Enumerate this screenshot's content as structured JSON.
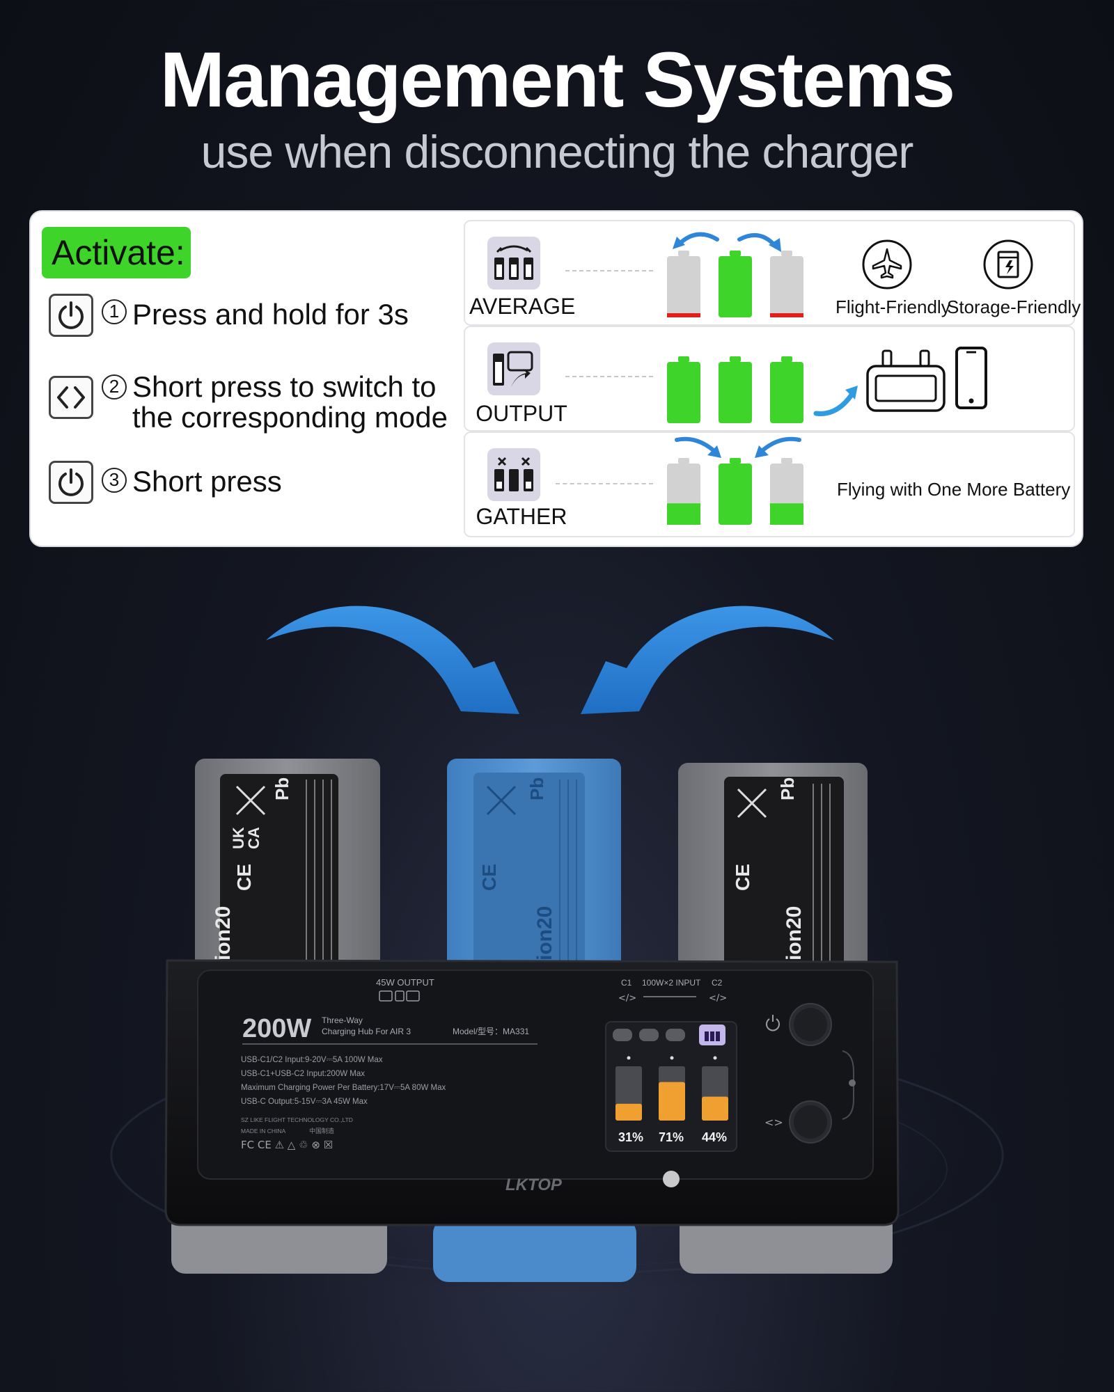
{
  "header": {
    "title": "Management Systems",
    "subtitle": "use when disconnecting the charger"
  },
  "activate": {
    "badge": "Activate:",
    "steps": [
      {
        "num": "1",
        "icon": "power-icon",
        "text": "Press and hold for 3s"
      },
      {
        "num": "2",
        "icon": "switch-icon",
        "text_line1": "Short press to switch to",
        "text_line2": "the corresponding mode"
      },
      {
        "num": "3",
        "icon": "power-icon",
        "text": "Short press"
      }
    ]
  },
  "modes": {
    "average": {
      "label": "AVERAGE",
      "features": [
        "Flight-Friendly",
        "Storage-Friendly"
      ],
      "battery_levels": [
        0.05,
        1.0,
        0.05
      ],
      "icons": [
        "airplane-icon",
        "storage-icon"
      ]
    },
    "output": {
      "label": "OUTPUT",
      "battery_levels": [
        1.0,
        1.0,
        1.0
      ],
      "icons": [
        "remote-controller-icon",
        "smartphone-icon"
      ]
    },
    "gather": {
      "label": "GATHER",
      "feature": "Flying with One More Battery",
      "battery_levels": [
        0.35,
        1.0,
        0.35
      ]
    }
  },
  "hub": {
    "power": "200W",
    "desc_line1": "Three-Way",
    "desc_line2": "Charging Hub For AIR 3",
    "model": "Model/型号：MA331",
    "output_label": "45W OUTPUT",
    "input_label": "100W×2 INPUT",
    "port_c1": "C1",
    "port_c2": "C2",
    "specs": [
      "USB-C1/C2 Input:9-20V⎓5A 100W Max",
      "USB-C1+USB-C2 Input:200W Max",
      "Maximum Charging Power Per Battery:17V⎓5A 80W Max",
      "USB-C Output:5-15V⎓3A 45W Max"
    ],
    "maker": "SZ LIKE FLIGHT TECHNOLOGY CO.,LTD",
    "made_in": "MADE IN CHINA",
    "made_in_cn": "中国制造",
    "brand": "LKTOP",
    "display_percents": [
      "31%",
      "71%",
      "44%"
    ],
    "display_levels": [
      0.31,
      0.71,
      0.44
    ]
  },
  "batteries": {
    "model_text": "ion20",
    "mark_uk": "UK",
    "mark_ca": "CA",
    "mark_ce": "CE",
    "mark_pb": "Pb"
  },
  "colors": {
    "green": "#3fd42a",
    "red": "#e0201c",
    "arrow_blue": "#2f86d9",
    "battery_blue": "#4d8fd0",
    "screen_orange": "#f0a030"
  }
}
